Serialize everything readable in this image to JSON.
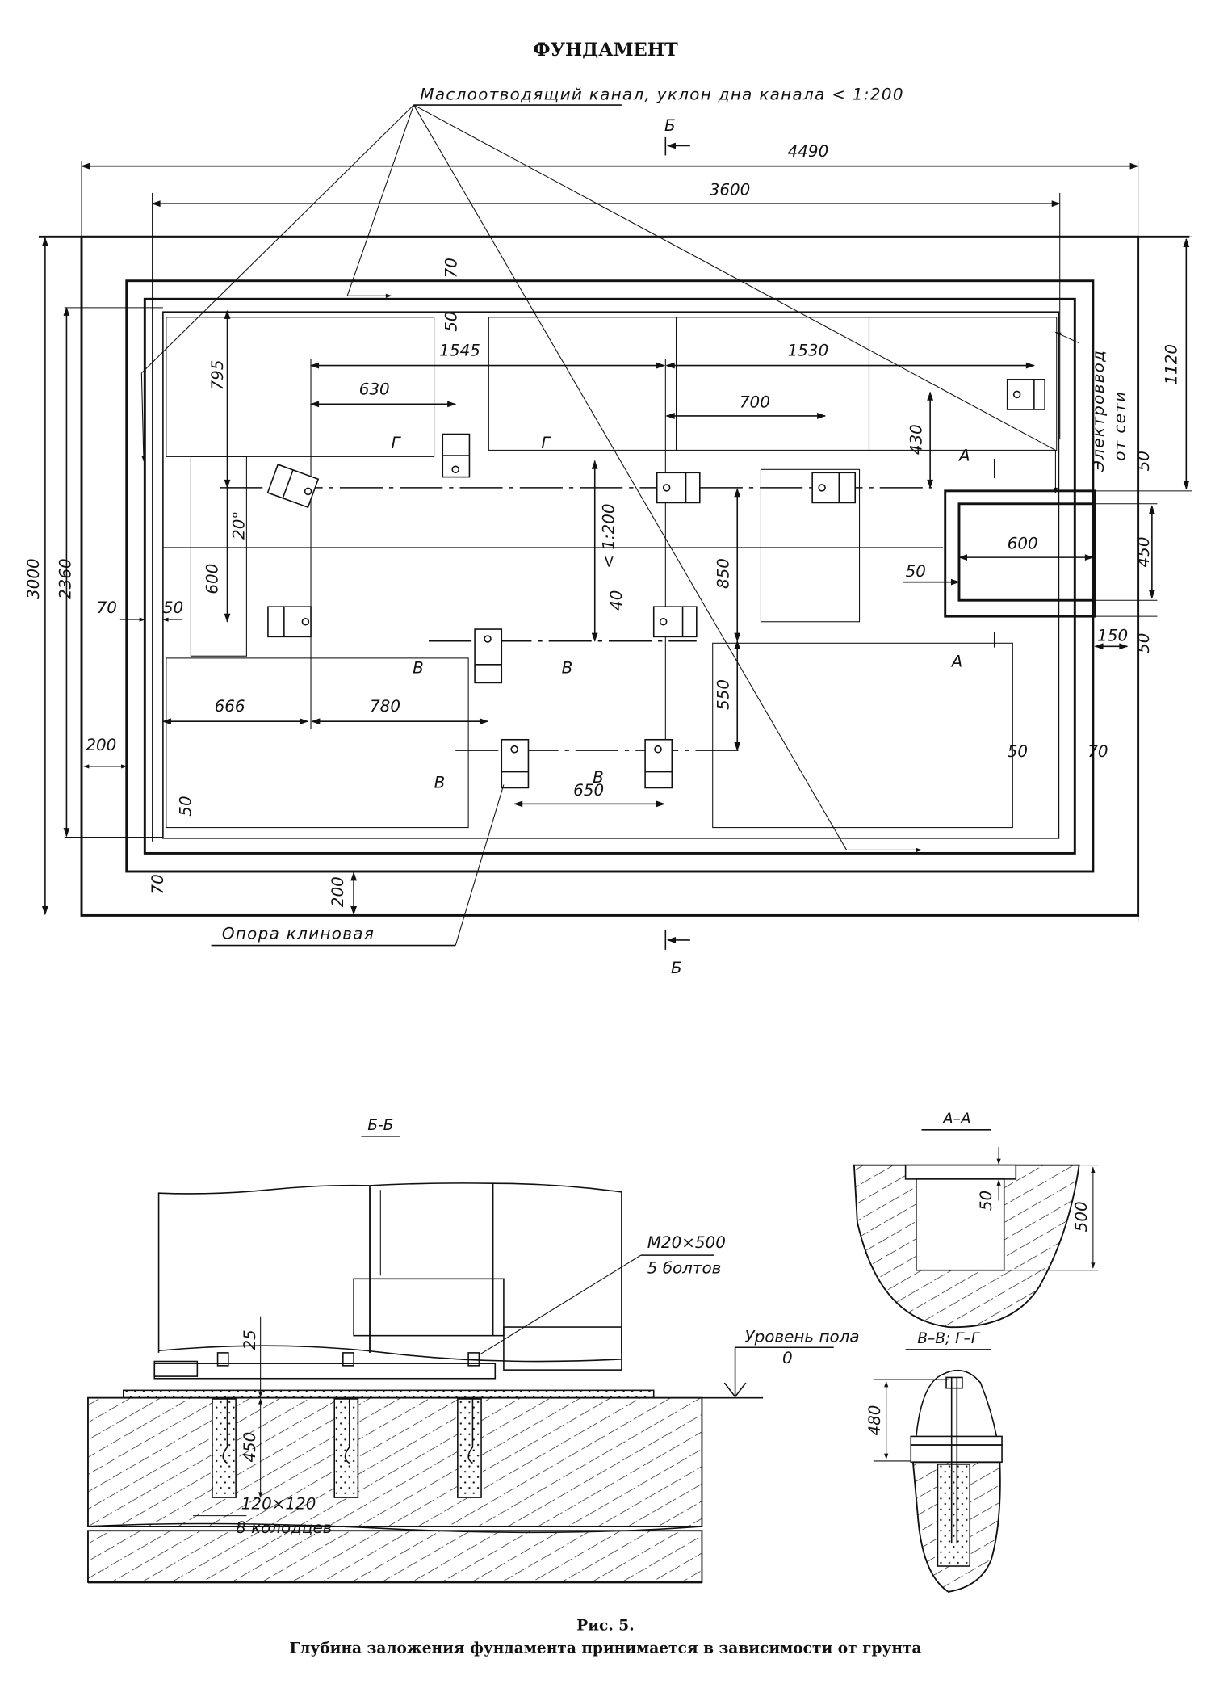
{
  "title": "ФУНДАМЕНТ",
  "plan": {
    "channel_label": "Маслоотводящий канал, уклон дна канала < 1:200",
    "support_label": "Опора клиновая",
    "power_input_label_1": "Электроввод",
    "power_input_label_2": "от сети",
    "section_marks": {
      "b_top": "Б",
      "b_bottom": "Б",
      "a": "А",
      "v": "В",
      "g": "Г"
    },
    "slope_label": "< 1:200",
    "angle_label": "20°",
    "dimensions": {
      "overall_width": "4490",
      "inner_width": "3600",
      "overall_height": "3000",
      "inner_height": "2360",
      "right_height": "1120",
      "d1545": "1545",
      "d1530": "1530",
      "d795": "795",
      "d630": "630",
      "d700": "700",
      "d430": "430",
      "d600_left": "600",
      "d40": "40",
      "d850": "850",
      "d550": "550",
      "d666": "666",
      "d780": "780",
      "d650": "650",
      "d600_pit": "600",
      "d450": "450",
      "d150": "150",
      "d70": "70",
      "d50": "50",
      "d200": "200"
    }
  },
  "section_bb": {
    "title": "Б-Б",
    "bolt_spec": "М20×500",
    "bolt_count": "5 болтов",
    "floor_level_label": "Уровень пола",
    "floor_level_value": "0",
    "d25": "25",
    "d450": "450",
    "well_size": "120×120",
    "well_count": "8 колодцев"
  },
  "section_aa": {
    "title": "А–А",
    "d50": "50",
    "d500": "500"
  },
  "section_vv": {
    "title": "В–В; Г–Г",
    "d480": "480"
  },
  "caption": {
    "figure": "Рис. 5.",
    "text": "Глубина заложения фундамента принимается в зависимости от грунта"
  }
}
